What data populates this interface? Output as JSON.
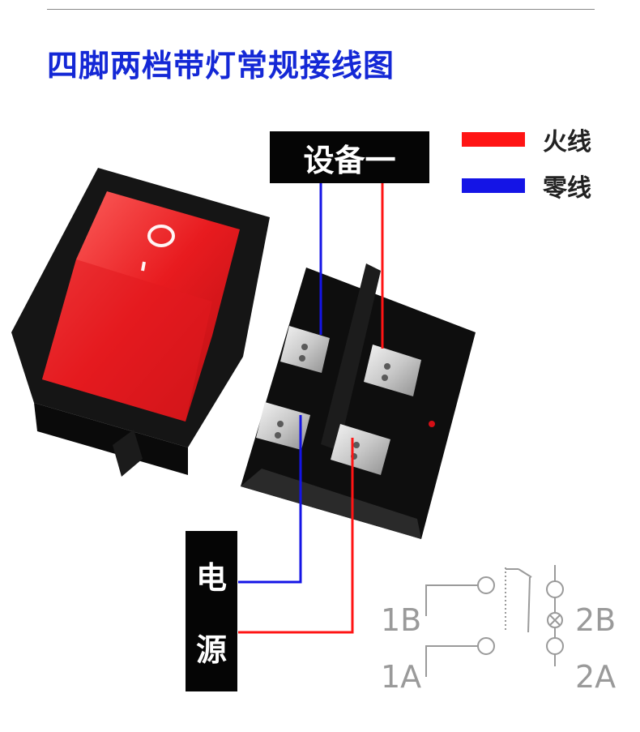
{
  "title": "四脚两档带灯常规接线图",
  "device_label": "设备一",
  "power_label": [
    "电",
    "源"
  ],
  "legend": [
    {
      "label": "火线",
      "color": "#ff1414"
    },
    {
      "label": "零线",
      "color": "#1414e6"
    }
  ],
  "switch_lens_symbols": [
    "O",
    "I"
  ],
  "terminals": {
    "t1b": "1B",
    "t2b": "2B",
    "t1a": "1A",
    "t2a": "2A"
  },
  "colors": {
    "title": "#1428d6",
    "live": "#ff1414",
    "neutral": "#1414e6",
    "switch_lens": "#e41e22"
  },
  "icons": [
    "rocker-switch-front-image",
    "rocker-switch-back-image",
    "switch-circuit-symbol"
  ]
}
